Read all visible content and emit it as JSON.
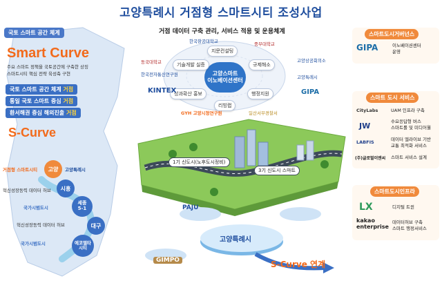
{
  "title": "고양특례시 거점형 스마트시티 조성사업",
  "left": {
    "section_tag": "국토 스마트 공간 체계",
    "smart_curve": "Smart Curve",
    "desc_line1": "주요 스마트 정책을 국토공간에 구축한 상징",
    "desc_line2": "스마트시티 핵심 전략 육성축 구현",
    "pills": [
      {
        "text": "국토 스마트 공간 체계 ",
        "hl": "거점"
      },
      {
        "text": "통일 국토 스마트 중심 ",
        "hl": "거점"
      },
      {
        "text": "환서해권 중심 해외진출 ",
        "hl": "거점"
      }
    ],
    "s_curve": "S-Curve",
    "map_labels": [
      "거점형 스마트시티",
      "혁신성장동력 데이터 허브",
      "국가시범도시",
      "혁신성장동력 데이터 허브",
      "국가시범도시"
    ],
    "nodes": [
      "고양",
      "시흥",
      "세종\n5-1",
      "대구",
      "에코델타\n시티"
    ],
    "node_logo": "고양특례시"
  },
  "center": {
    "header": "거점 데이터 구축 관리, 서비스 적용 및 운용체계",
    "hub_line1": "고양스마트",
    "hub_line2": "이노베이션센터",
    "ring": [
      "지문컨설팅",
      "규제해소",
      "행정지원",
      "리빙랩",
      "성과확산 홍보",
      "기술개발 실증"
    ],
    "orgs": [
      {
        "name": "한국항공대학교"
      },
      {
        "name": "중부대학교"
      },
      {
        "name": "고양상공회의소"
      },
      {
        "name": "고양특례시"
      },
      {
        "name": "GIPA"
      },
      {
        "name": "KINTEX"
      },
      {
        "name": "동국대학교"
      },
      {
        "name": "한국전자통신연구원"
      },
      {
        "name": "GYH 고양시정연구원"
      },
      {
        "name": "일산서부경찰서"
      }
    ],
    "city_label1": "1기 신도시(노후도시정비)",
    "city_label2": "3기 신도시 스마트",
    "paju": "PAJU",
    "gimpo": "GIMPO",
    "goyang_base": "고양특례시",
    "s_curve_link": "S-Curve 연계"
  },
  "right": {
    "gov_tag": "스마트도시거버넌스",
    "gipa_logo": "GIPA",
    "gov_desc": "이노베이션센터\n운영",
    "svc_tag": "스마트 도시 서비스",
    "services": [
      {
        "logo": "CityLabs",
        "desc": "UAM 인프라 구축"
      },
      {
        "logo": "JW",
        "desc": "수요응답형 버스\n스마트롤 및 미디어월"
      },
      {
        "logo": "LABFIS",
        "desc": "데이터 엘라이브 기반\n교통 최적화 서비스"
      },
      {
        "logo": "(주)글로벌이엔씨",
        "desc": "스마트 서비스 설계"
      }
    ],
    "infra_tag": "스마트도시인프라",
    "infra": [
      {
        "logo": "LX",
        "desc": "디지털 트윈"
      },
      {
        "logo": "kakao\nenterprise",
        "desc": "데이터허브 구축\n스마트 행정서비스"
      }
    ]
  },
  "colors": {
    "title": "#1f4e9e",
    "orange": "#f26a1b",
    "blue_pill": "#3a6fc4",
    "hub": "#2f74c8",
    "green": "#4caf50"
  }
}
